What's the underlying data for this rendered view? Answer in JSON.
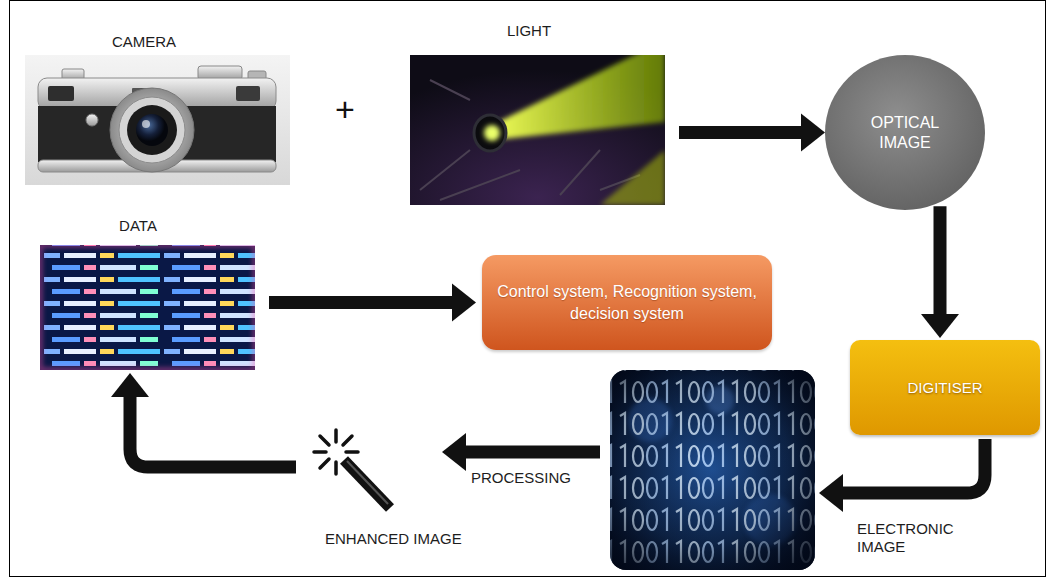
{
  "diagram": {
    "nodes": [
      {
        "text": [
          "CAMERA"
        ]
      },
      {
        "text": [
          "LIGHT"
        ]
      },
      {
        "text": [
          "OPTICAL IMAGE"
        ]
      },
      {
        "text": [
          "DIGITISER"
        ]
      },
      {
        "text": [
          "ELECTRONIC IMAGE"
        ]
      },
      {
        "text": [
          "ENHANCED IMAGE"
        ]
      },
      {
        "text": [
          "DATA"
        ]
      },
      {
        "text": [
          "Control system, Recognition system, decision system"
        ]
      }
    ],
    "edges": [
      {
        "from": 1,
        "to": 2,
        "arrow": "to"
      },
      {
        "from": 2,
        "to": 3,
        "arrow": "to"
      },
      {
        "from": 3,
        "to": 4,
        "arrow": "to"
      },
      {
        "from": 4,
        "to": 5,
        "arrow": "to",
        "label": "PROCESSING"
      },
      {
        "from": 5,
        "to": 6,
        "arrow": "to"
      },
      {
        "from": 6,
        "to": 7,
        "arrow": "to"
      }
    ],
    "labels": [
      "+"
    ]
  }
}
